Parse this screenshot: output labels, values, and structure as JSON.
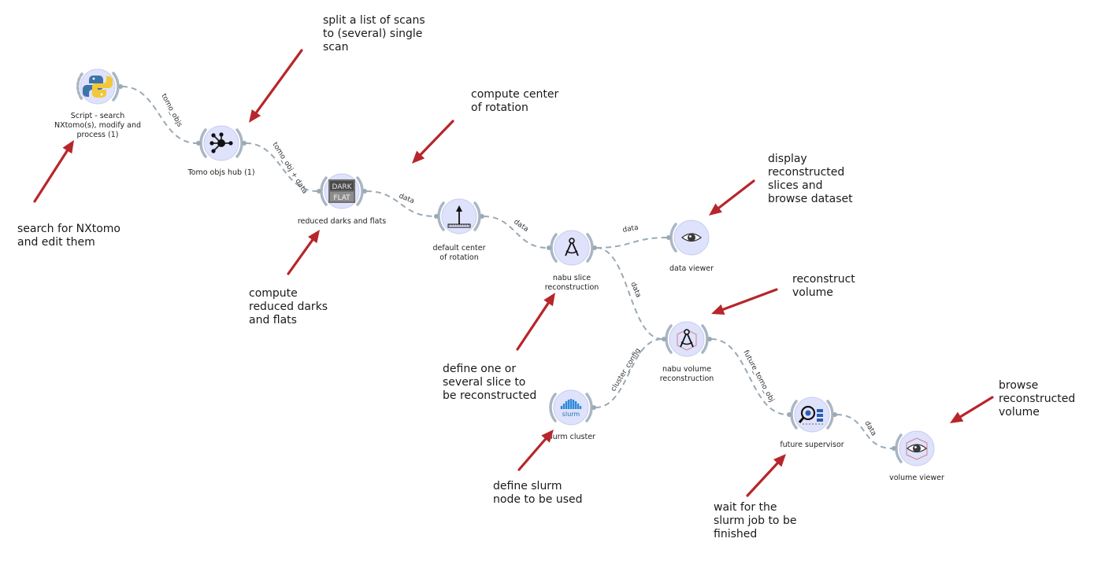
{
  "nodes": [
    {
      "id": "script",
      "lines": [
        "Script - search",
        "NXtomo(s), modify and",
        "process (1)"
      ],
      "icon": "python-logo-icon"
    },
    {
      "id": "hub",
      "lines": [
        "Tomo objs hub (1)"
      ],
      "icon": "hub-icon"
    },
    {
      "id": "darkflat",
      "lines": [
        "reduced darks and flats"
      ],
      "icon": "dark-flat-icon",
      "icon_text": [
        "DARK",
        "FLAT"
      ]
    },
    {
      "id": "cor",
      "lines": [
        "default center",
        "of rotation"
      ],
      "icon": "center-of-rotation-icon"
    },
    {
      "id": "slice",
      "lines": [
        "nabu slice",
        "reconstruction"
      ],
      "icon": "compass-icon"
    },
    {
      "id": "dataviewer",
      "lines": [
        "data viewer"
      ],
      "icon": "eye-icon"
    },
    {
      "id": "volume",
      "lines": [
        "nabu volume",
        "reconstruction"
      ],
      "icon": "compass-cube-icon"
    },
    {
      "id": "slurm",
      "lines": [
        "slurm cluster"
      ],
      "icon": "slurm-icon",
      "icon_text": [
        "slurm"
      ]
    },
    {
      "id": "supervisor",
      "lines": [
        "future supervisor"
      ],
      "icon": "supervisor-icon"
    },
    {
      "id": "volviewer",
      "lines": [
        "volume viewer"
      ],
      "icon": "eye-cube-icon"
    }
  ],
  "links": [
    {
      "from": "script",
      "to": "hub",
      "label": "tomo_objs",
      "color": "#9aaab5"
    },
    {
      "from": "hub",
      "to": "darkflat",
      "label": "tomo_obj + data",
      "color": "#c0504d"
    },
    {
      "from": "darkflat",
      "to": "cor",
      "label": "data",
      "color": "#9aaab5"
    },
    {
      "from": "cor",
      "to": "slice",
      "label": "data",
      "color": "#9aaab5"
    },
    {
      "from": "slice",
      "to": "dataviewer",
      "label": "data",
      "color": "#9aaab5"
    },
    {
      "from": "slice",
      "to": "volume",
      "label": "data",
      "color": "#9aaab5"
    },
    {
      "from": "slurm",
      "to": "volume",
      "label": "cluster_config",
      "color": "#9aaab5"
    },
    {
      "from": "volume",
      "to": "supervisor",
      "label": "future_tomo_obj",
      "color": "#9aaab5"
    },
    {
      "from": "supervisor",
      "to": "volviewer",
      "label": "data",
      "color": "#9aaab5"
    }
  ],
  "annotations": {
    "search": "search for NXtomo\nand edit them",
    "split": "split a list of scans\nto (several) single\nscan",
    "reduced": "compute\nreduced darks\nand flats",
    "cor": "compute center\nof rotation",
    "display": "display\nreconstructed\nslices and\nbrowse dataset",
    "define_slice": "define one or\nseveral slice to\nbe reconstructed",
    "reconstruct": "reconstruct\nvolume",
    "define_slurm": "define slurm\nnode to be used",
    "wait": "wait for the\nslurm job to be\nfinished",
    "browse": "browse\nreconstructed\nvolume"
  },
  "colors": {
    "link": "#9aaab5",
    "link_active": "#c0504d",
    "arrow": "#b7262b",
    "node_bg": "#dfe2fb"
  }
}
